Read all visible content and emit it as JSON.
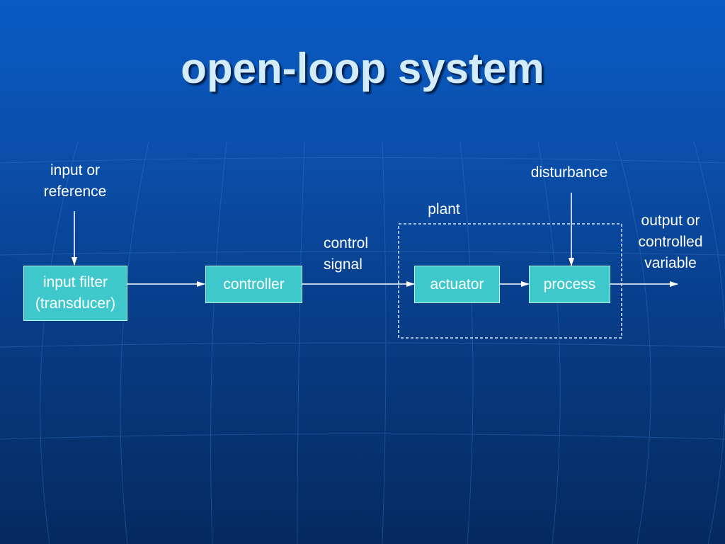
{
  "title": "open-loop system",
  "labels": {
    "input": "input or\nreference",
    "disturbance": "disturbance",
    "plant": "plant",
    "control_signal": "control\nsignal",
    "output": "output or\ncontrolled\nvariable"
  },
  "blocks": {
    "input_filter": "input filter\n(transducer)",
    "controller": "controller",
    "actuator": "actuator",
    "process": "process"
  },
  "colors": {
    "background_top": "#0a5bc4",
    "background_bottom": "#052a5f",
    "block_fill": "#3fc8cc",
    "title": "#d2ecfb",
    "lines": "#ffffff"
  }
}
